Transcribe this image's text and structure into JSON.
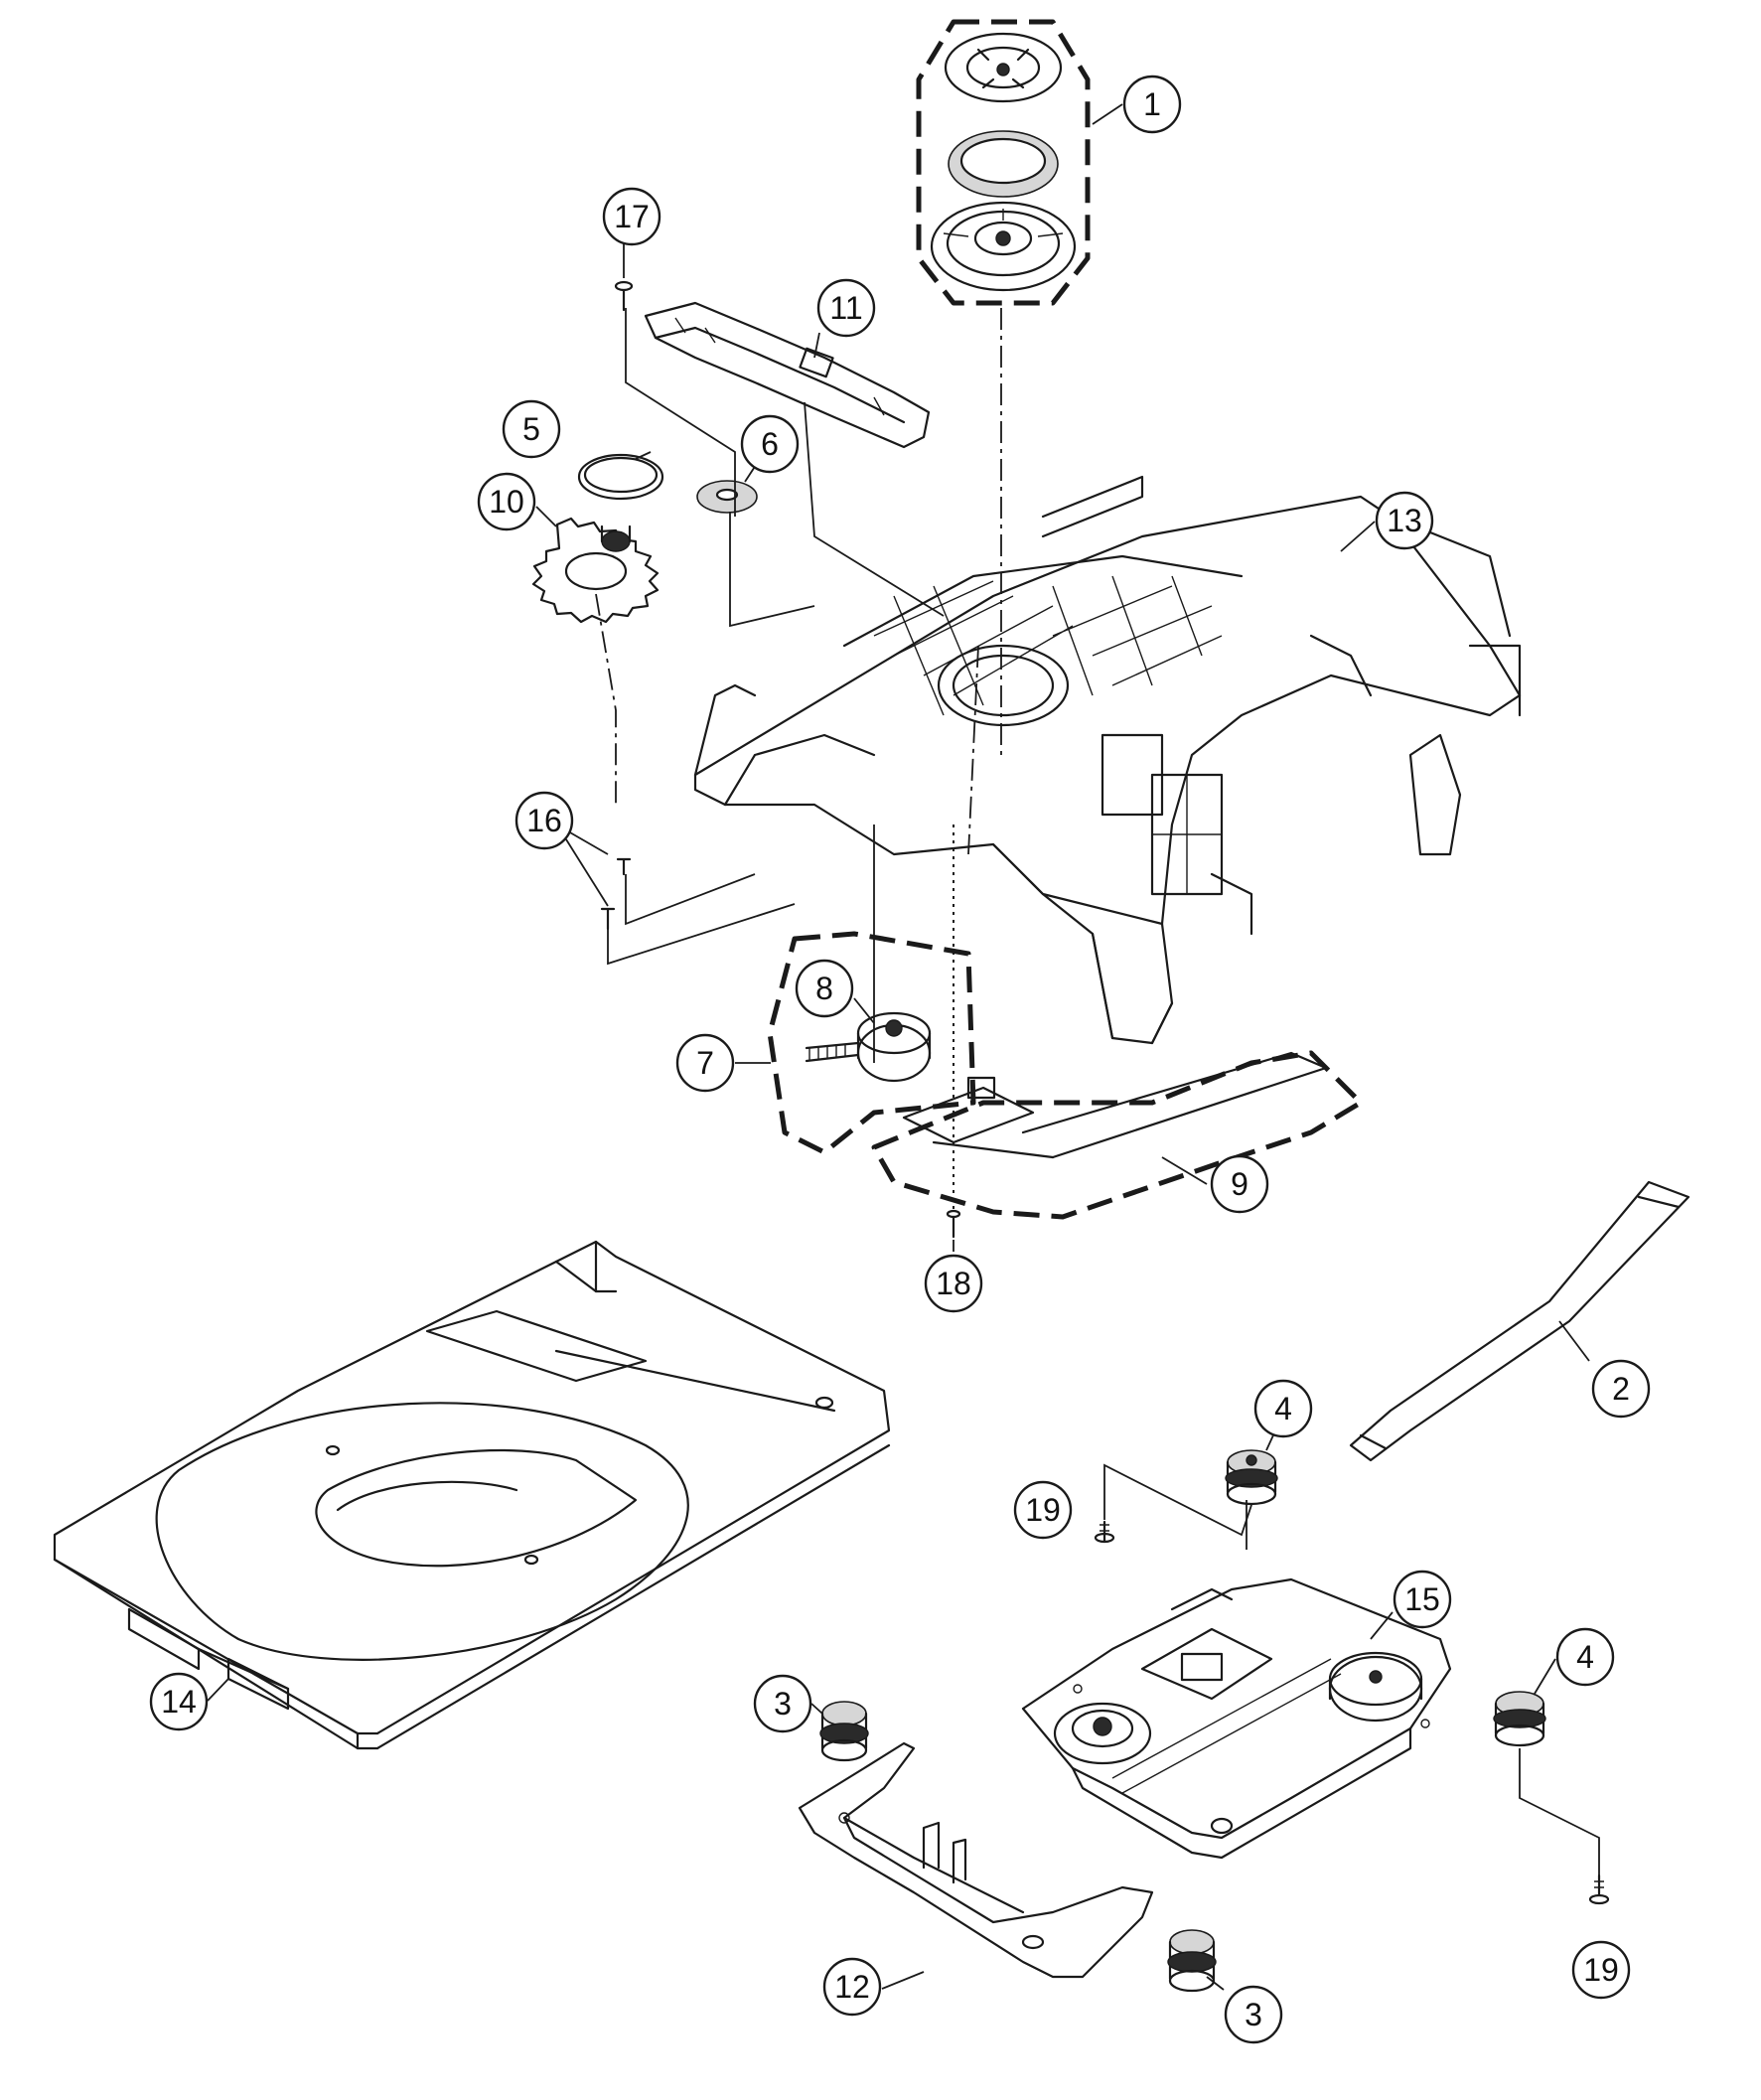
{
  "callouts": [
    {
      "id": "c1",
      "label": "1"
    },
    {
      "id": "c2",
      "label": "2"
    },
    {
      "id": "c3a",
      "label": "3"
    },
    {
      "id": "c3b",
      "label": "3"
    },
    {
      "id": "c4a",
      "label": "4"
    },
    {
      "id": "c4b",
      "label": "4"
    },
    {
      "id": "c5",
      "label": "5"
    },
    {
      "id": "c6",
      "label": "6"
    },
    {
      "id": "c7",
      "label": "7"
    },
    {
      "id": "c8",
      "label": "8"
    },
    {
      "id": "c9",
      "label": "9"
    },
    {
      "id": "c10",
      "label": "10"
    },
    {
      "id": "c11",
      "label": "11"
    },
    {
      "id": "c12",
      "label": "12"
    },
    {
      "id": "c13",
      "label": "13"
    },
    {
      "id": "c14",
      "label": "14"
    },
    {
      "id": "c15",
      "label": "15"
    },
    {
      "id": "c16",
      "label": "16"
    },
    {
      "id": "c17",
      "label": "17"
    },
    {
      "id": "c18",
      "label": "18"
    },
    {
      "id": "c19a",
      "label": "19"
    },
    {
      "id": "c19b",
      "label": "19"
    }
  ]
}
